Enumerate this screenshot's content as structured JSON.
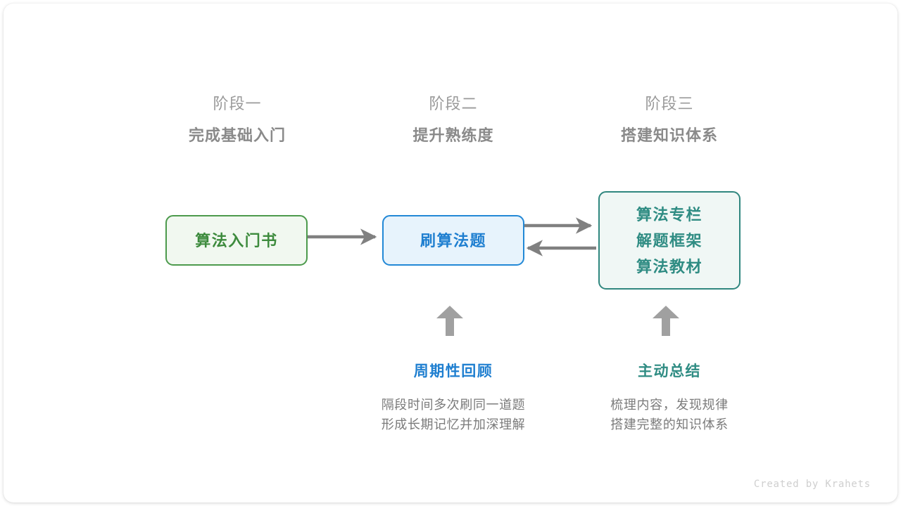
{
  "canvas": {
    "credit": "Created by Krahets",
    "colors": {
      "green": "#3d8b3d",
      "green_border": "#4c9a4c",
      "green_fill": "#f1f8f0",
      "blue": "#1f7fd0",
      "blue_border": "#2288d6",
      "blue_fill": "#e7f3fc",
      "teal": "#2f8c83",
      "teal_border": "#30877f",
      "teal_fill": "#f0f7f5",
      "arrow_gray": "#808080",
      "header_gray": "#8a8a8a",
      "subtext_gray": "#7b7b7b"
    }
  },
  "stages": [
    {
      "index_label": "阶段一",
      "title": "完成基础入门"
    },
    {
      "index_label": "阶段二",
      "title": "提升熟练度"
    },
    {
      "index_label": "阶段三",
      "title": "搭建知识体系"
    }
  ],
  "nodes": {
    "book": {
      "label": "算法入门书"
    },
    "practice": {
      "label": "刷算法题"
    },
    "resources": {
      "lines": [
        "算法专栏",
        "解题框架",
        "算法教材"
      ]
    }
  },
  "connectors": [
    {
      "name": "book-to-practice",
      "direction": "right"
    },
    {
      "name": "practice-to-resources",
      "direction": "right"
    },
    {
      "name": "resources-to-practice",
      "direction": "left"
    },
    {
      "name": "review-up-arrow",
      "direction": "up"
    },
    {
      "name": "summary-up-arrow",
      "direction": "up"
    }
  ],
  "annotations": [
    {
      "title": "周期性回顾",
      "desc_line1": "隔段时间多次刷同一道题",
      "desc_line2": "形成长期记忆并加深理解"
    },
    {
      "title": "主动总结",
      "desc_line1": "梳理内容，发现规律",
      "desc_line2": "搭建完整的知识体系"
    }
  ]
}
